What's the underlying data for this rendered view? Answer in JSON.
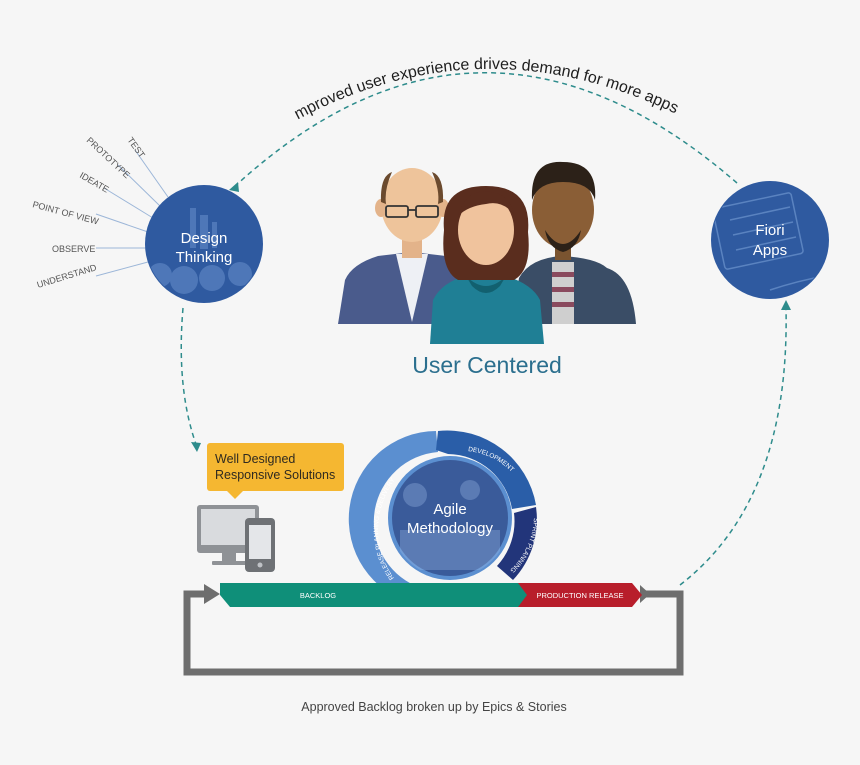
{
  "top_arc_text": "Improved user experience drives demand for more apps",
  "design_thinking": {
    "title_line1": "Design",
    "title_line2": "Thinking",
    "rays": [
      "TEST",
      "PROTOTYPE",
      "IDEATE",
      "POINT OF VIEW",
      "OBSERVE",
      "UNDERSTAND"
    ]
  },
  "fiori": {
    "title_line1": "Fiori",
    "title_line2": "Apps"
  },
  "user_centered": "User Centered",
  "callout": {
    "line1": "Well Designed",
    "line2": "Responsive Solutions"
  },
  "agile": {
    "title_line1": "Agile",
    "title_line2": "Methodology",
    "ring_development": "DEVELOPMENT",
    "ring_sprint": "SPRINT PLANNING",
    "ring_release": "RELEASE PLANNING & DELIVERY"
  },
  "backlog_label": "BACKLOG",
  "production_label": "PRODUCTION RELEASE",
  "bottom_caption": "Approved Backlog broken up by Epics & Stories",
  "colors": {
    "circle_blue": "#2f5aa0",
    "teal_dashes": "#2e8c8c",
    "backlog_green": "#0f8f79",
    "production_red": "#b81e2b",
    "agile_light": "#5b8fd0",
    "agile_dark": "#22357a",
    "callout_yellow": "#f5b731",
    "loop_gray": "#6e6e6e",
    "heading_teal": "#2b6f8e"
  }
}
